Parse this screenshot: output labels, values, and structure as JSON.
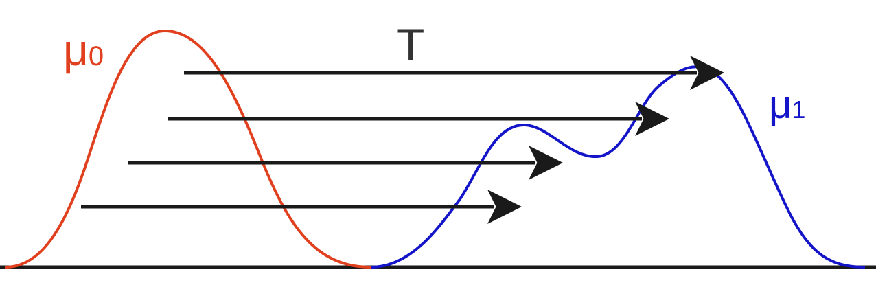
{
  "labels": {
    "source_mu": "μ",
    "source_sub": "0",
    "target_mu": "μ",
    "target_sub": "1",
    "map": "T"
  },
  "colors": {
    "source_curve": "#e0401e",
    "target_curve": "#1414c8",
    "arrows": "#1a1a1a",
    "baseline": "#1a1a1a",
    "map_label": "#333333"
  },
  "transport_map": {
    "arrow_count": 4
  }
}
